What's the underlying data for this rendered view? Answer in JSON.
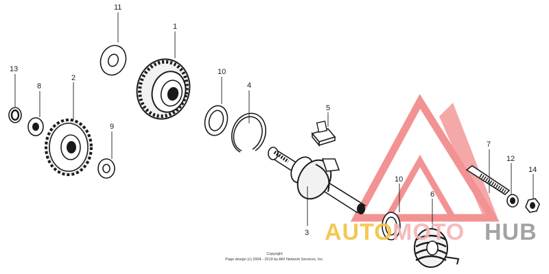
{
  "callouts": {
    "p1": "1",
    "p2": "2",
    "p3": "3",
    "p4": "4",
    "p5": "5",
    "p6": "6",
    "p7": "7",
    "p8": "8",
    "p9": "9",
    "p10a": "10",
    "p10b": "10",
    "p11": "11",
    "p12": "12",
    "p13": "13",
    "p14": "14"
  },
  "copyright": {
    "line1": "Copyright",
    "line2": "Page design (c) 2004 - 2019 by ARI Network Services, Inc."
  },
  "watermark": {
    "word_auto": "AUTO",
    "word_moto": "MOTO",
    "word_hub": "HUB",
    "colors": {
      "triangle": "#f08080",
      "auto": "#f5c242",
      "moto": "#f5b5b5",
      "hub": "#9a9a9a"
    }
  }
}
